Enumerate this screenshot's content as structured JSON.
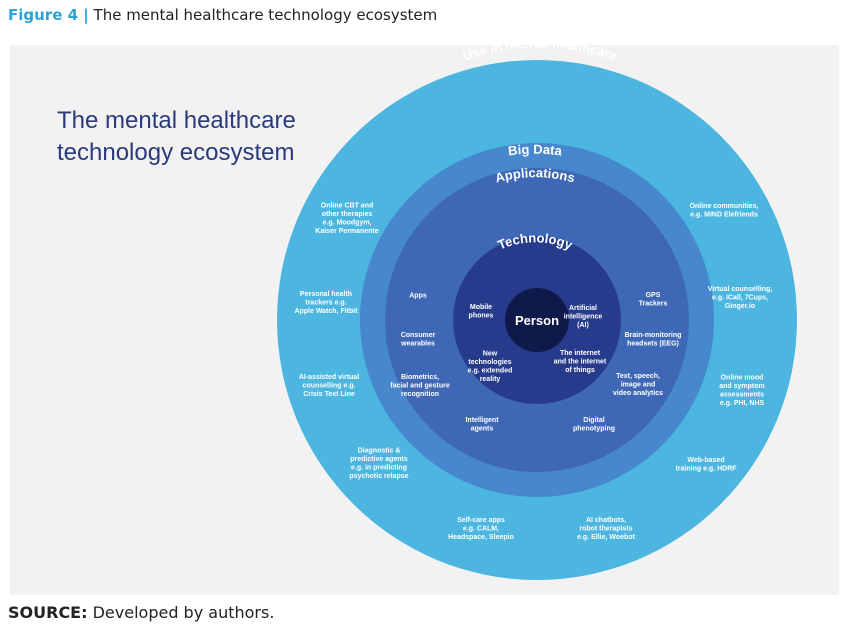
{
  "figure": {
    "label": "Figure 4 |",
    "title": "The mental healthcare technology ecosystem"
  },
  "panel": {
    "title_lines": [
      "The mental healthcare",
      "technology ecosystem"
    ]
  },
  "colors": {
    "outer": "#4cb6e0",
    "big_data": "#4687cd",
    "applications": "#3e68b6",
    "technology": "#273b8c",
    "person": "#0f1a4a",
    "text": "#ffffff",
    "title": "#2a3a7c",
    "accent": "#2aa3d8"
  },
  "rings": {
    "outer": "Use in mental healthcare",
    "big_data": "Big Data",
    "applications": "Applications",
    "technology": "Technology",
    "center": "Person"
  },
  "technology_items": [
    [
      "Mobile",
      "phones"
    ],
    [
      "Artificial",
      "intelligence",
      "(AI)"
    ],
    [
      "New",
      "technologies",
      "e.g. extended",
      "reality"
    ],
    [
      "The internet",
      "and the internet",
      "of things"
    ]
  ],
  "application_items": [
    [
      "Apps"
    ],
    [
      "GPS",
      "Trackers"
    ],
    [
      "Consumer",
      "wearables"
    ],
    [
      "Brain-monitoring",
      "headsets (EEG)"
    ],
    [
      "Biometrics,",
      "facial and gesture",
      "recognition"
    ],
    [
      "Text, speech,",
      "image and",
      "video analytics"
    ],
    [
      "Intelligent",
      "agents"
    ],
    [
      "Digital",
      "phenotyping"
    ]
  ],
  "use_items": [
    [
      "Online CBT and",
      "other therapies",
      "e.g. Moodgym,",
      "Kaiser Permanente"
    ],
    [
      "Online communities,",
      "e.g. MIND Elefriends"
    ],
    [
      "Personal health",
      "trackers e.g.",
      "Apple Watch, Fitbit"
    ],
    [
      "Virtual counselling,",
      "e.g. ICall, 7Cups,",
      "Ginger.io"
    ],
    [
      "AI-assisted virtual",
      "counselling e.g.",
      "Crisis Text Line"
    ],
    [
      "Online mood",
      "and symptom",
      "assessments",
      "e.g. PHI, NHS"
    ],
    [
      "Diagnostic &",
      "predictive agents",
      "e.g. in predicting",
      "psychotic relapse"
    ],
    [
      "Web-based",
      "training e.g. HDRF"
    ],
    [
      "Self-care apps",
      "e.g. CALM,",
      "Headspace, Sleepio"
    ],
    [
      "AI chatbots,",
      "robot therapists",
      "e.g. Ellie, Woebot"
    ]
  ],
  "source": {
    "label": "SOURCE:",
    "text": " Developed by authors."
  }
}
